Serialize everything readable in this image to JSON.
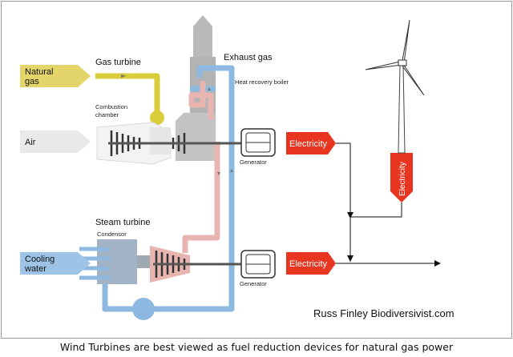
{
  "labels": {
    "natural_gas": [
      "Natural",
      "gas"
    ],
    "gas_turbine": "Gas turbine",
    "combustion_chamber": [
      "Combustion",
      "chamber"
    ],
    "air": "Air",
    "exhaust_gas": "Exhaust gas",
    "heat_recovery_boiler": "Heat recovery boiler",
    "generator_top": "Generator",
    "generator_bottom": "Generator",
    "electricity_top": "Electricity",
    "electricity_bottom": "Electricity",
    "electricity_wind": "Electricity",
    "steam_turbine": "Steam turbine",
    "condensor": "Condensor",
    "cooling_water": [
      "Cooling",
      "water"
    ],
    "credit": "Russ Finley Biodiversivist.com"
  },
  "caption": "Wind Turbines are best viewed as fuel reduction devices for natural gas power",
  "colors": {
    "gas_pipe": "#d9cd3a",
    "steam_pipe": "#e8b4b0",
    "water_pipe": "#8db8df",
    "electricity": "#e8351f",
    "input_arrow": "#e4d56a",
    "air_arrow": "#e9e9e9",
    "cooling_arrow": "#9dc3e6"
  }
}
